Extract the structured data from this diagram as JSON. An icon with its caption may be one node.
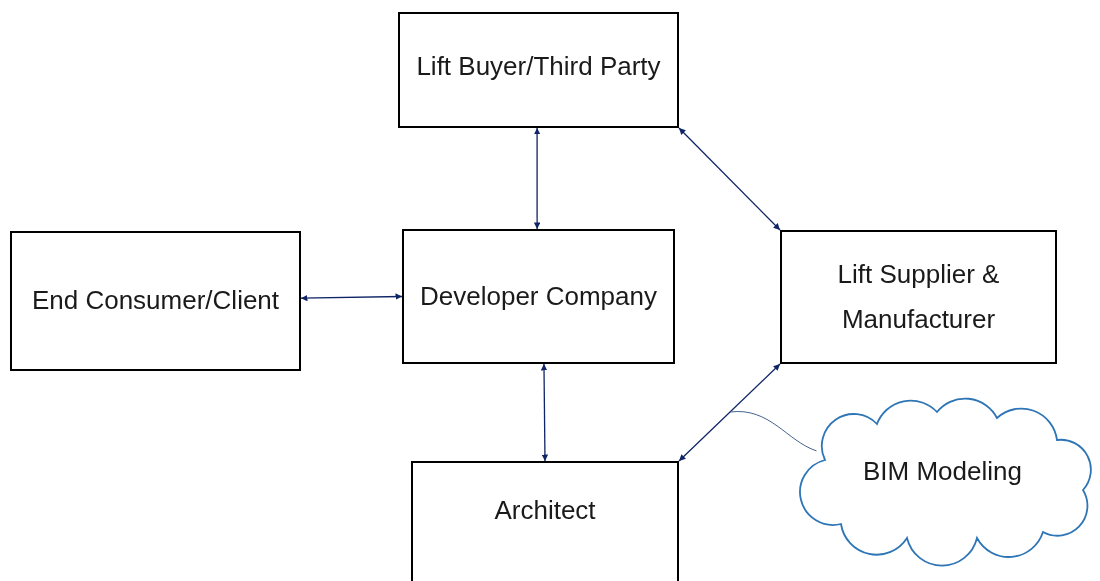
{
  "diagram": {
    "nodes": [
      {
        "text": [
          "Lift Buyer/Third Party"
        ]
      },
      {
        "text": [
          "End Consumer/Client"
        ]
      },
      {
        "text": [
          "Developer Company"
        ]
      },
      {
        "text": [
          "Lift Supplier & Manufacturer"
        ]
      },
      {
        "text": [
          "Architect"
        ]
      },
      {
        "text": [
          "BIM Modeling"
        ]
      }
    ],
    "edges": [
      {
        "from": 0,
        "to": 2,
        "arrow": "both"
      },
      {
        "from": 0,
        "to": 3,
        "arrow": "both"
      },
      {
        "from": 1,
        "to": 2,
        "arrow": "both"
      },
      {
        "from": 2,
        "to": 4,
        "arrow": "both"
      },
      {
        "from": 4,
        "to": 3,
        "arrow": "both"
      },
      {
        "from": 5,
        "to": null,
        "arrow": "none",
        "color": "#44648f"
      }
    ]
  }
}
